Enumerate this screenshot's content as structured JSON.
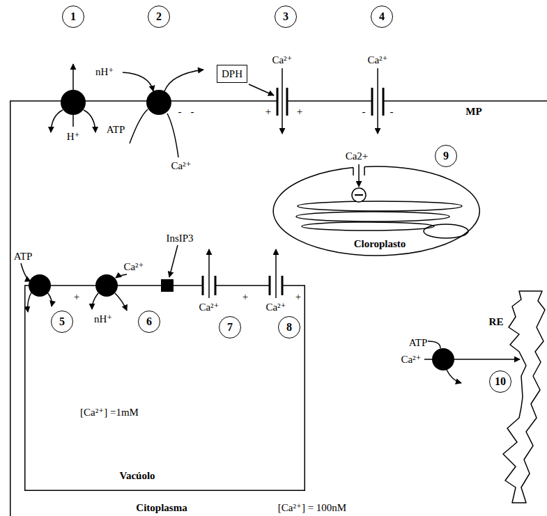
{
  "diagram": {
    "nodes": [
      {
        "text": [
          "DPH"
        ]
      },
      {
        "text": [
          "Citoplasma",
          "[Ca²⁺] = 100nM"
        ]
      },
      {
        "text": [
          "Cloroplasto"
        ],
        "in": 1
      },
      {
        "text": [
          "[Ca²⁺] =1mM",
          "Vacúolo"
        ],
        "in": 1
      },
      {
        "text": [
          "RE"
        ],
        "in": 1
      }
    ],
    "labels": [
      "1",
      "2",
      "3",
      "4",
      "nH⁺",
      "Ca²⁺",
      "Ca²⁺",
      "ATP",
      "H⁺",
      "Ca²⁺",
      "-",
      "-",
      "+",
      "+",
      "-",
      "-",
      "MP",
      "Ca2+",
      "9",
      "ATP",
      "Ca²⁺",
      "InsIP3",
      "5",
      "6",
      "7",
      "8",
      "+",
      "nH⁺",
      "+",
      "+",
      "Ca²⁺",
      "Ca²⁺",
      "ATP",
      "Ca²⁺",
      "10"
    ]
  }
}
